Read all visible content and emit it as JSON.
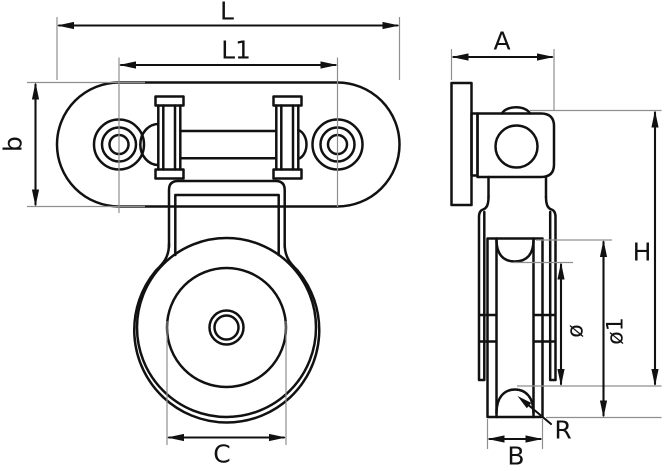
{
  "drawing": {
    "colors": {
      "line": "#111111",
      "extension_line": "#8f8f8f",
      "background": "#ffffff"
    }
  },
  "labels": {
    "overall_length": "L",
    "hole_spacing": "L1",
    "plate_height": "b",
    "bracket_width": "A",
    "overall_height": "H",
    "strap_opening_width": "C",
    "sheave_width": "B",
    "groove_radius": "R",
    "groove_diameter": "ø",
    "outer_diameter": "ø1"
  }
}
